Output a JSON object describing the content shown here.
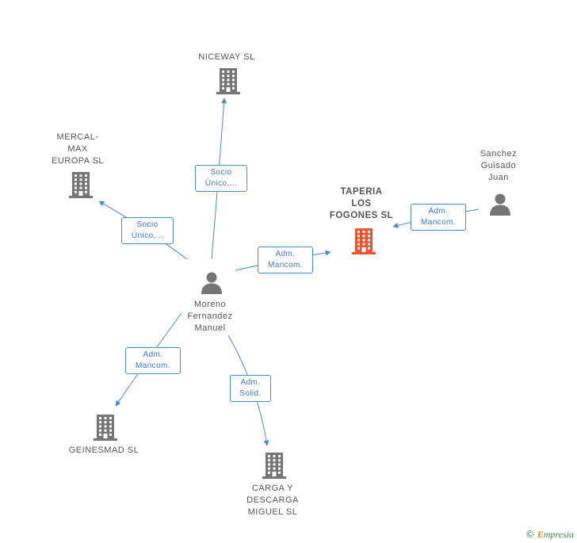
{
  "colors": {
    "edge": "#4a89d8",
    "building": "#757575",
    "building_main": "#f0522c",
    "person": "#757575"
  },
  "nodes": [
    {
      "id": "niceway",
      "label": "NICEWAY  SL",
      "icon": "building-icon"
    },
    {
      "id": "mercal",
      "label": "MERCAL-\nMAX\nEUROPA  SL",
      "icon": "building-icon"
    },
    {
      "id": "taperia",
      "label": "TAPERIA\nLOS\nFOGONES  SL",
      "icon": "building-icon",
      "main": true
    },
    {
      "id": "sanchez",
      "label": "Sanchez\nGuisado\nJuan",
      "icon": "person-icon"
    },
    {
      "id": "moreno",
      "label": "Moreno\nFernandez\nManuel",
      "icon": "person-icon"
    },
    {
      "id": "geinesmad",
      "label": "GEINESMAD SL",
      "icon": "building-icon"
    },
    {
      "id": "carga",
      "label": "CARGA Y\nDESCARGA\nMIGUEL SL",
      "icon": "building-icon"
    }
  ],
  "edges": [
    {
      "id": "e-niceway",
      "from": "moreno",
      "to": "niceway",
      "label": "Socio\nÚnico,..."
    },
    {
      "id": "e-mercal",
      "from": "moreno",
      "to": "mercal",
      "label": "Socio\nÚnico,..."
    },
    {
      "id": "e-taperia",
      "from": "moreno",
      "to": "taperia",
      "label": "Adm.\nMancom."
    },
    {
      "id": "e-sanchez",
      "from": "sanchez",
      "to": "taperia",
      "label": "Adm.\nMancom."
    },
    {
      "id": "e-geinesmad",
      "from": "moreno",
      "to": "geinesmad",
      "label": "Adm.\nMancom."
    },
    {
      "id": "e-carga",
      "from": "moreno",
      "to": "carga",
      "label": "Adm.\nSolid."
    }
  ],
  "credit": {
    "symbol": "©",
    "brand_initial": "E",
    "brand_rest": "mpresia"
  }
}
